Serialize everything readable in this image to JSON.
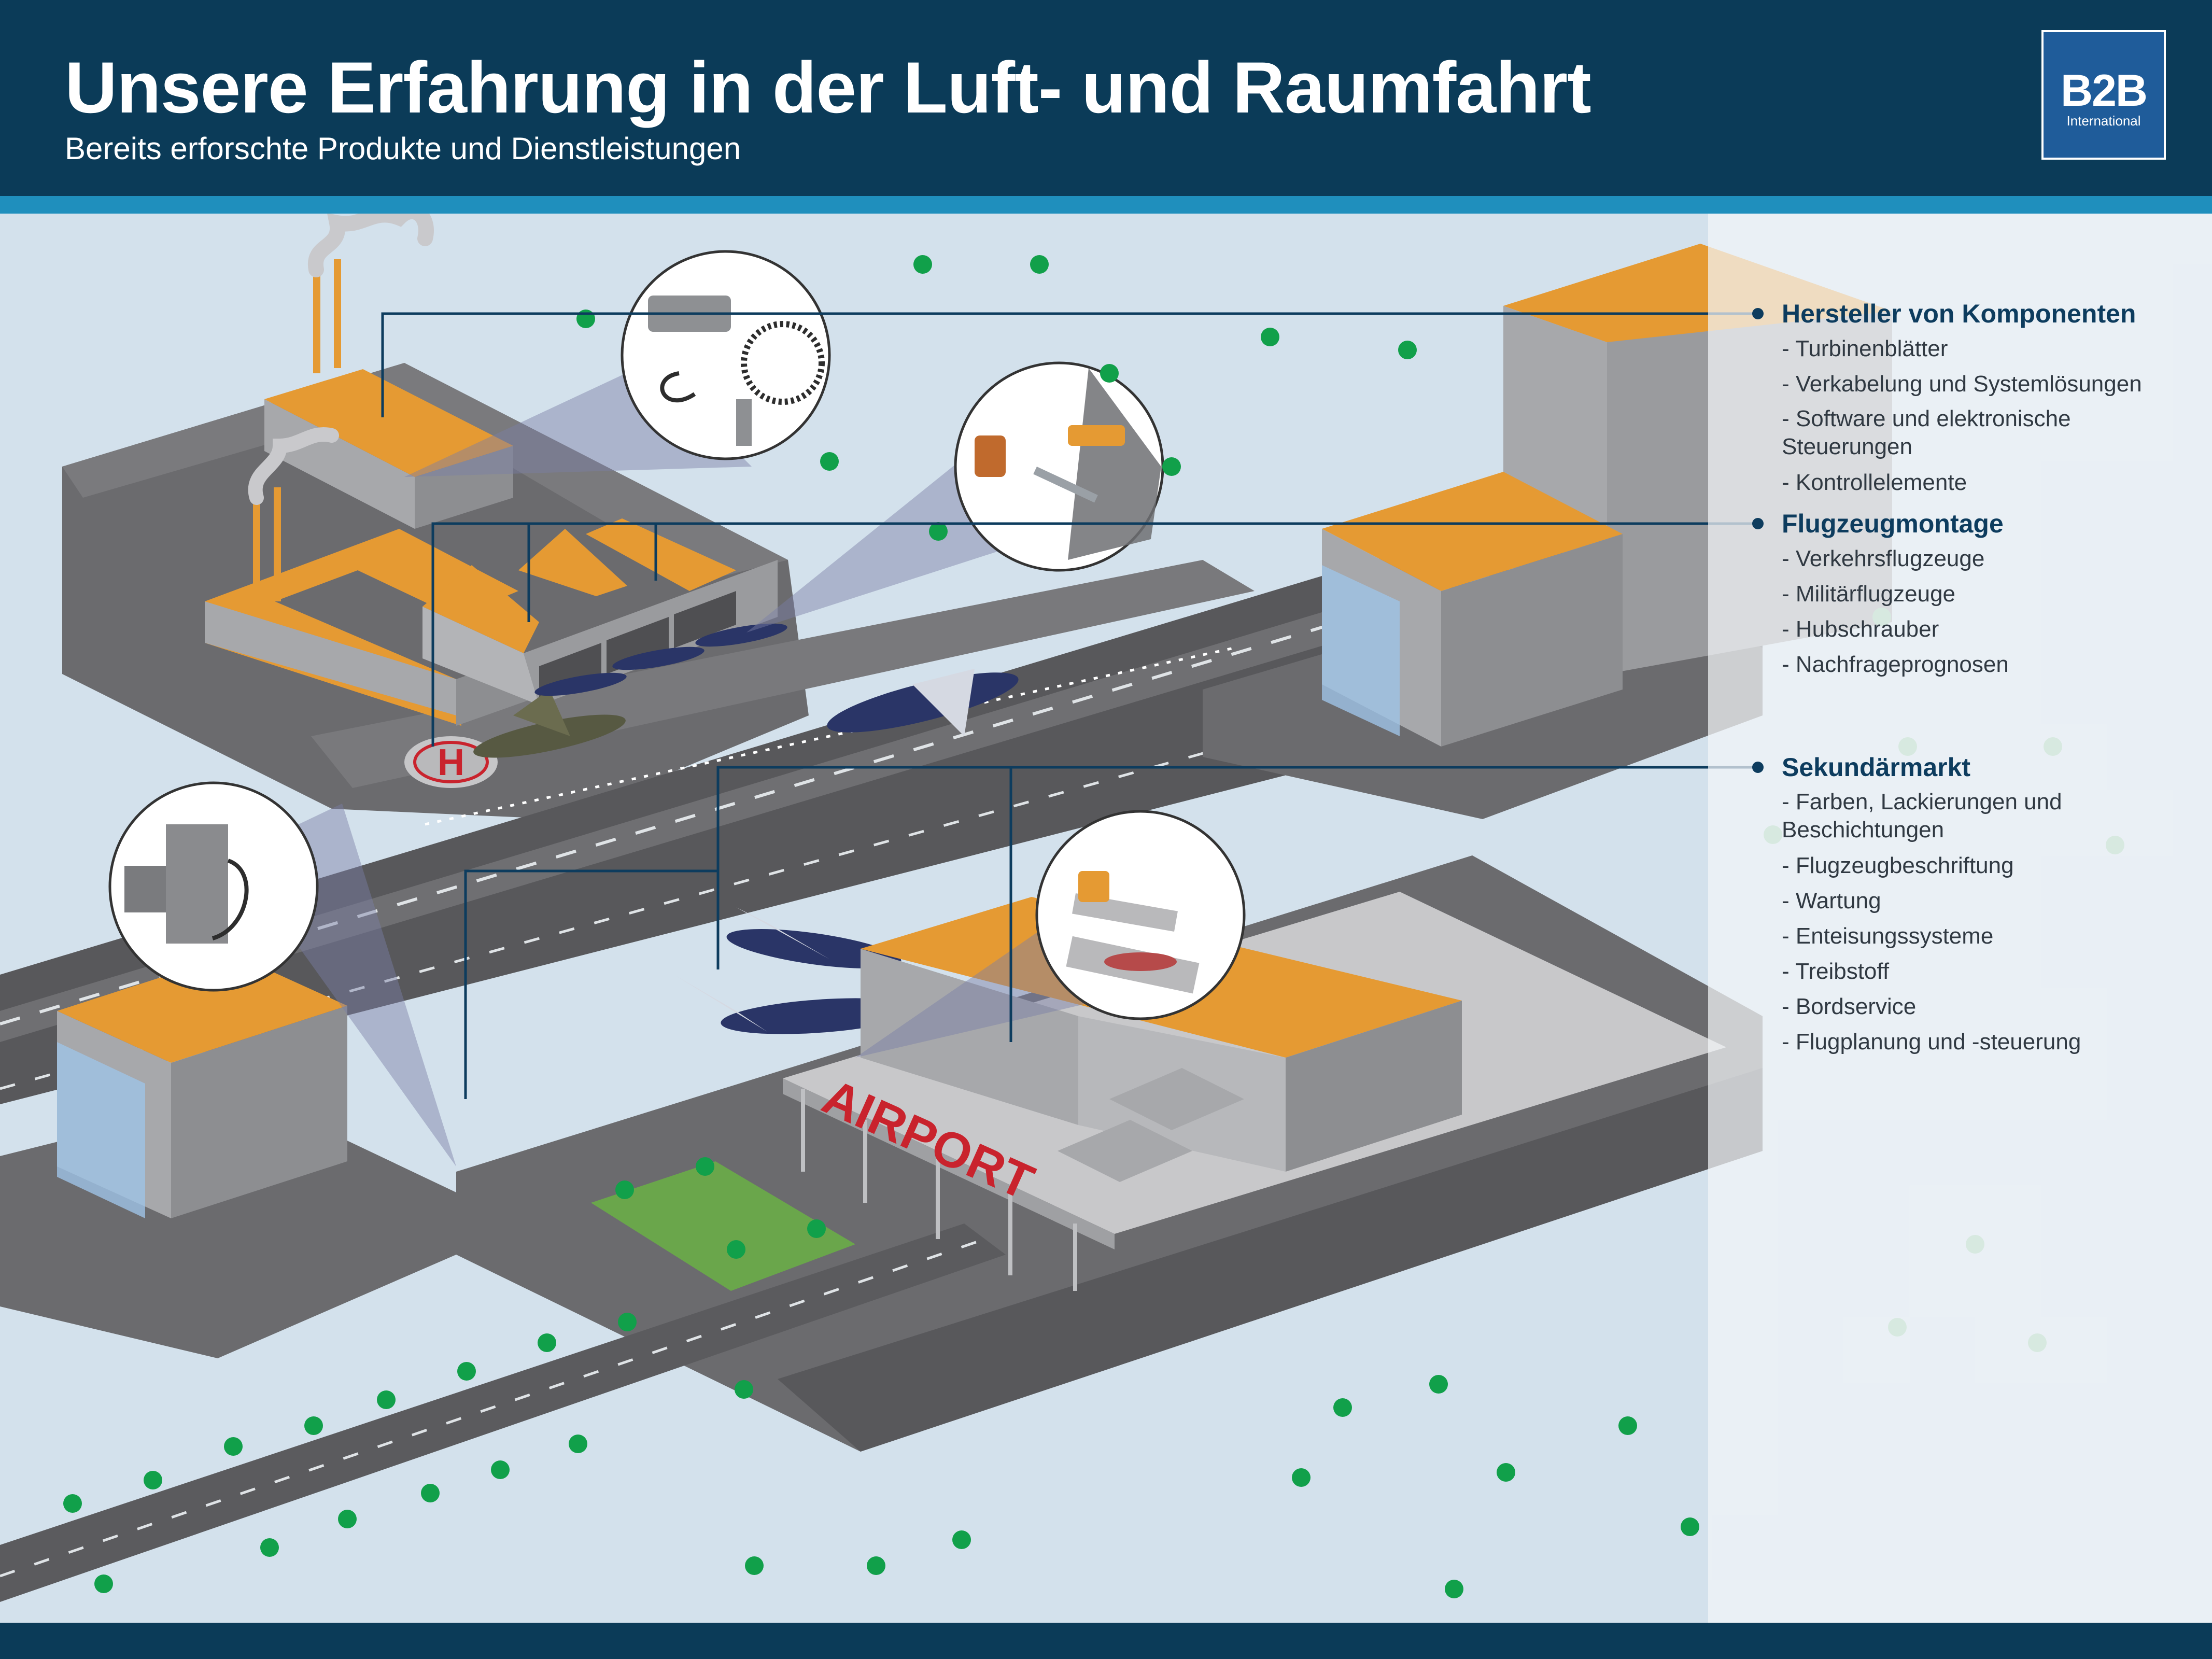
{
  "header": {
    "title": "Unsere Erfahrung in der Luft- und Raumfahrt",
    "subtitle": "Bereits erforschte Produkte und Dienstleistungen"
  },
  "logo": {
    "mark": "B2B",
    "sub": "International"
  },
  "scene": {
    "airport_sign": "AIRPORT",
    "helipad_letter": "H"
  },
  "legend": [
    {
      "title": "Hersteller von Komponenten",
      "items": [
        "- Turbinenblätter",
        "- Verkabelung und Systemlösungen",
        "- Software und elektronische Steuerungen",
        "- Kontrollelemente"
      ]
    },
    {
      "title": "Flugzeugmontage",
      "items": [
        "- Verkehrsflugzeuge",
        "- Militärflugzeuge",
        "- Hubschrauber",
        "- Nachfrageprognosen"
      ]
    },
    {
      "title": "Sekundärmarkt",
      "items": [
        "- Farben, Lackierungen und Beschichtungen",
        "- Flugzeugbeschriftung",
        "- Wartung",
        "- Enteisungssysteme",
        "- Treibstoff",
        "- Bordservice",
        "- Flugplanung und -steuerung"
      ]
    }
  ],
  "colors": {
    "header": "#0b3b58",
    "accent_strip": "#1f8fbd",
    "sky": "#d3e1ec",
    "ground": "#6b6b6e",
    "roof": "#e59a33",
    "building": "#a7a8ab",
    "legend_title": "#0d3c5e",
    "airport_sign": "#c9232d",
    "tree": "#11a04a"
  }
}
